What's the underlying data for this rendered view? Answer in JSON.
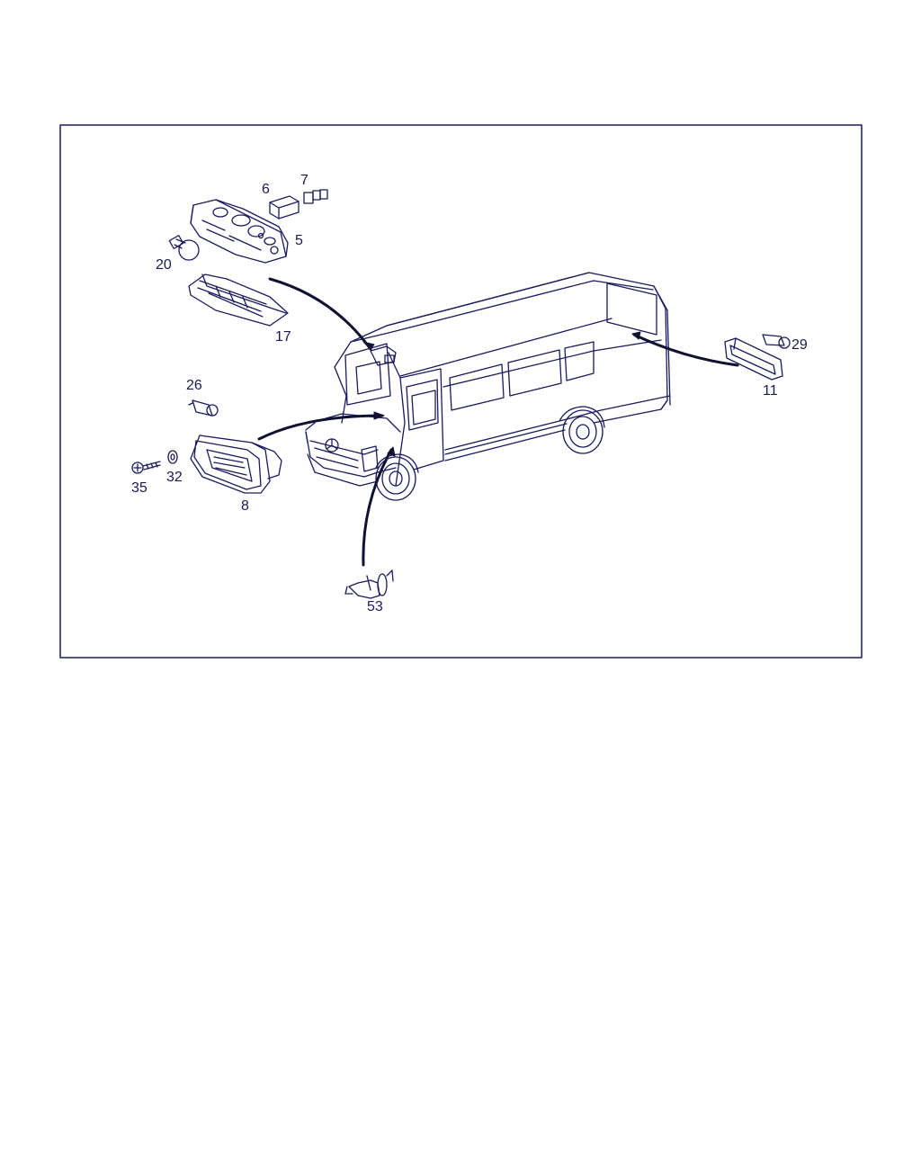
{
  "diagram": {
    "line_color": "#1a1a5e",
    "arrow_color": "#111133",
    "callouts": {
      "c5": "5",
      "c6": "6",
      "c7": "7",
      "c20": "20",
      "c17": "17",
      "c26": "26",
      "c35": "35",
      "c32": "32",
      "c8": "8",
      "c53": "53",
      "c29": "29",
      "c11": "11"
    }
  }
}
